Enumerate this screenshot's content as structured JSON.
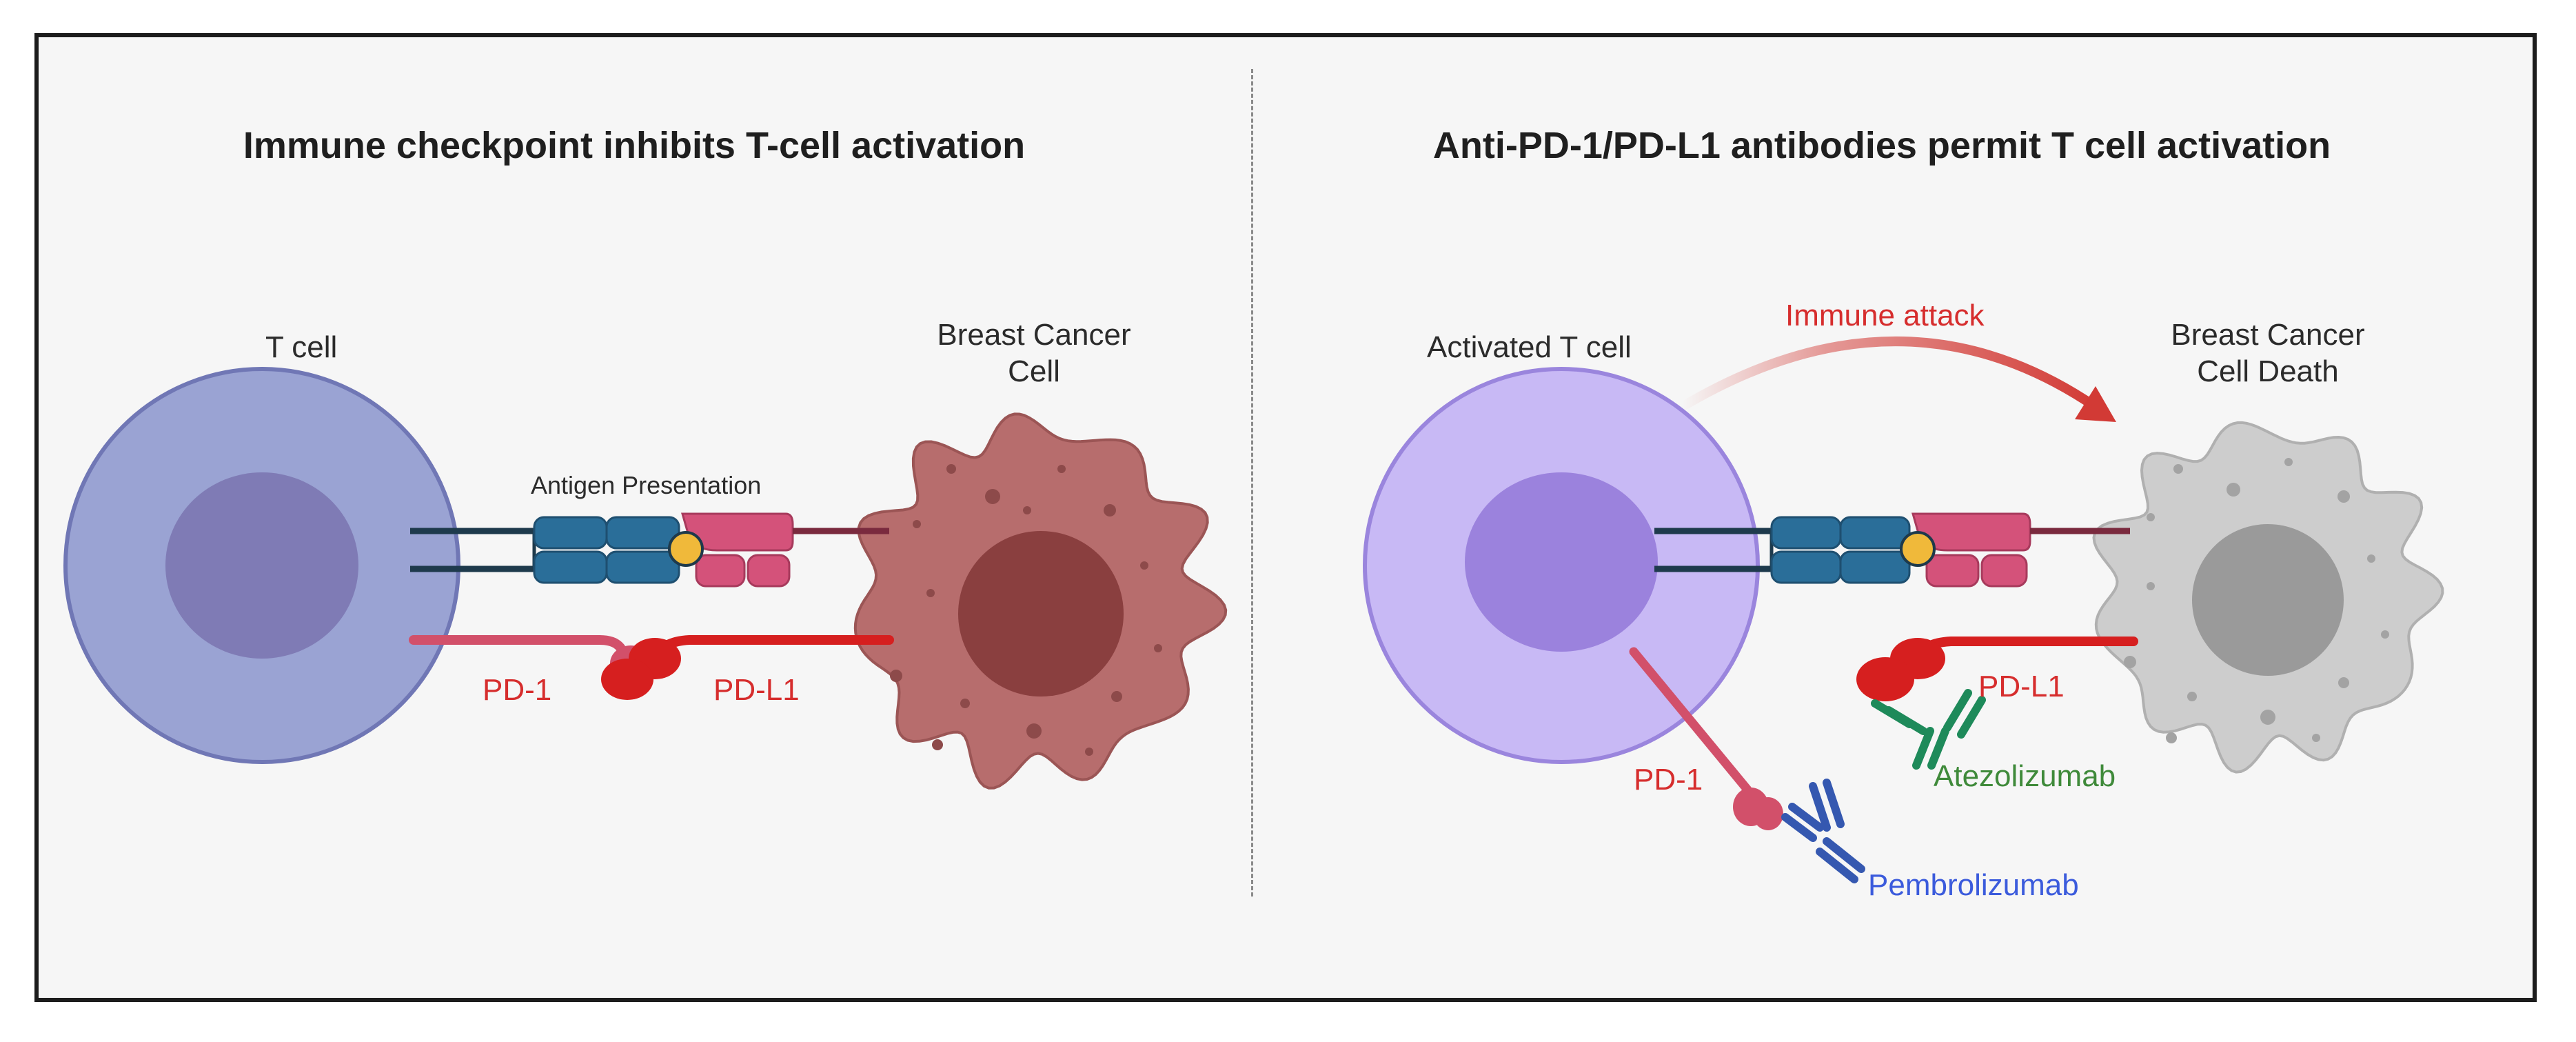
{
  "left_panel": {
    "title": "Immune checkpoint inhibits T-cell activation",
    "t_cell_label": "T cell",
    "cancer_cell_label_line1": "Breast Cancer",
    "cancer_cell_label_line2": "Cell",
    "antigen_label": "Antigen Presentation",
    "pd1_label": "PD-1",
    "pdl1_label": "PD-L1"
  },
  "right_panel": {
    "title": "Anti-PD-1/PD-L1 antibodies permit T cell activation",
    "t_cell_label": "Activated T cell",
    "arrow_label": "Immune attack",
    "cancer_cell_label_line1": "Breast Cancer",
    "cancer_cell_label_line2": "Cell Death",
    "pd1_label": "PD-1",
    "pdl1_label": "PD-L1",
    "atezolizumab_label": "Atezolizumab",
    "pembrolizumab_label": "Pembrolizumab"
  },
  "colors": {
    "t_cell": "#9aa3d3",
    "t_cell_nucleus": "#7f7bb5",
    "activated_t_cell": "#c8b9f5",
    "activated_t_cell_nucleus": "#9b82dd",
    "cancer_cell": "#b76d6d",
    "cancer_nucleus": "#8a3f3f",
    "dead_cell": "#cdcdcd",
    "dead_nucleus": "#9a9a9a",
    "pd1": "#d2506a",
    "pdl1": "#d61f1f",
    "mhc": "#2a6e99",
    "tcr": "#d4527a",
    "antigen": "#f0b93a",
    "atezolizumab": "#1e8a5a",
    "pembrolizumab": "#3558b0",
    "arrow": "#d23a35"
  }
}
